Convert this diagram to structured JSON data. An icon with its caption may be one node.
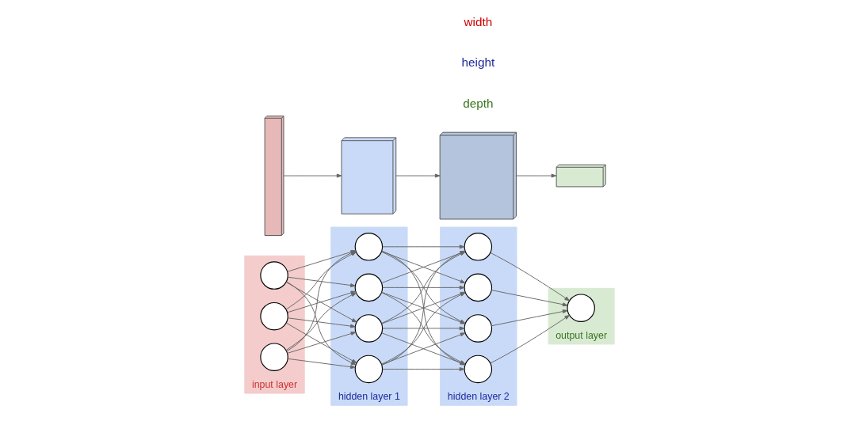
{
  "diagram": {
    "nodes": [
      {
        "text": [
          "input layer"
        ]
      },
      {
        "text": [],
        "shape": "circle",
        "in": 0
      },
      {
        "text": [],
        "shape": "circle",
        "in": 0
      },
      {
        "text": [],
        "shape": "circle",
        "in": 0
      },
      {
        "text": [
          "hidden layer 1"
        ]
      },
      {
        "text": [],
        "shape": "circle",
        "in": 4
      },
      {
        "text": [],
        "shape": "circle",
        "in": 4
      },
      {
        "text": [],
        "shape": "circle",
        "in": 4
      },
      {
        "text": [],
        "shape": "circle",
        "in": 4
      },
      {
        "text": [
          "hidden layer 2"
        ]
      },
      {
        "text": [],
        "shape": "circle",
        "in": 9
      },
      {
        "text": [],
        "shape": "circle",
        "in": 9
      },
      {
        "text": [],
        "shape": "circle",
        "in": 9
      },
      {
        "text": [],
        "shape": "circle",
        "in": 9
      },
      {
        "text": [
          "output layer"
        ]
      },
      {
        "text": [],
        "shape": "circle",
        "in": 14
      },
      {
        "text": [],
        "shape": "box"
      },
      {
        "text": [],
        "shape": "box"
      },
      {
        "text": [],
        "shape": "box"
      },
      {
        "text": [],
        "shape": "box"
      }
    ],
    "edges": [
      {
        "from": 1,
        "to": 5,
        "arrow": "to"
      },
      {
        "from": 1,
        "to": 6,
        "arrow": "to"
      },
      {
        "from": 1,
        "to": 7,
        "arrow": "to"
      },
      {
        "from": 1,
        "to": 8,
        "arrow": "to"
      },
      {
        "from": 2,
        "to": 5,
        "arrow": "to"
      },
      {
        "from": 2,
        "to": 6,
        "arrow": "to"
      },
      {
        "from": 2,
        "to": 7,
        "arrow": "to"
      },
      {
        "from": 2,
        "to": 8,
        "arrow": "to"
      },
      {
        "from": 3,
        "to": 5,
        "arrow": "to"
      },
      {
        "from": 3,
        "to": 6,
        "arrow": "to"
      },
      {
        "from": 3,
        "to": 7,
        "arrow": "to"
      },
      {
        "from": 3,
        "to": 8,
        "arrow": "to"
      },
      {
        "from": 5,
        "to": 10,
        "arrow": "to"
      },
      {
        "from": 5,
        "to": 11,
        "arrow": "to"
      },
      {
        "from": 5,
        "to": 12,
        "arrow": "to"
      },
      {
        "from": 5,
        "to": 13,
        "arrow": "to"
      },
      {
        "from": 6,
        "to": 10,
        "arrow": "to"
      },
      {
        "from": 6,
        "to": 11,
        "arrow": "to"
      },
      {
        "from": 6,
        "to": 12,
        "arrow": "to"
      },
      {
        "from": 6,
        "to": 13,
        "arrow": "to"
      },
      {
        "from": 7,
        "to": 10,
        "arrow": "to"
      },
      {
        "from": 7,
        "to": 11,
        "arrow": "to"
      },
      {
        "from": 7,
        "to": 12,
        "arrow": "to"
      },
      {
        "from": 7,
        "to": 13,
        "arrow": "to"
      },
      {
        "from": 8,
        "to": 10,
        "arrow": "to"
      },
      {
        "from": 8,
        "to": 11,
        "arrow": "to"
      },
      {
        "from": 8,
        "to": 12,
        "arrow": "to"
      },
      {
        "from": 8,
        "to": 13,
        "arrow": "to"
      },
      {
        "from": 10,
        "to": 15,
        "arrow": "to"
      },
      {
        "from": 11,
        "to": 15,
        "arrow": "to"
      },
      {
        "from": 12,
        "to": 15,
        "arrow": "to"
      },
      {
        "from": 13,
        "to": 15,
        "arrow": "to"
      },
      {
        "from": 16,
        "to": 17,
        "arrow": "to"
      },
      {
        "from": 17,
        "to": 18,
        "arrow": "to"
      },
      {
        "from": 18,
        "to": 19,
        "arrow": "to"
      }
    ],
    "labels": [
      "depth",
      "height",
      "width"
    ]
  }
}
